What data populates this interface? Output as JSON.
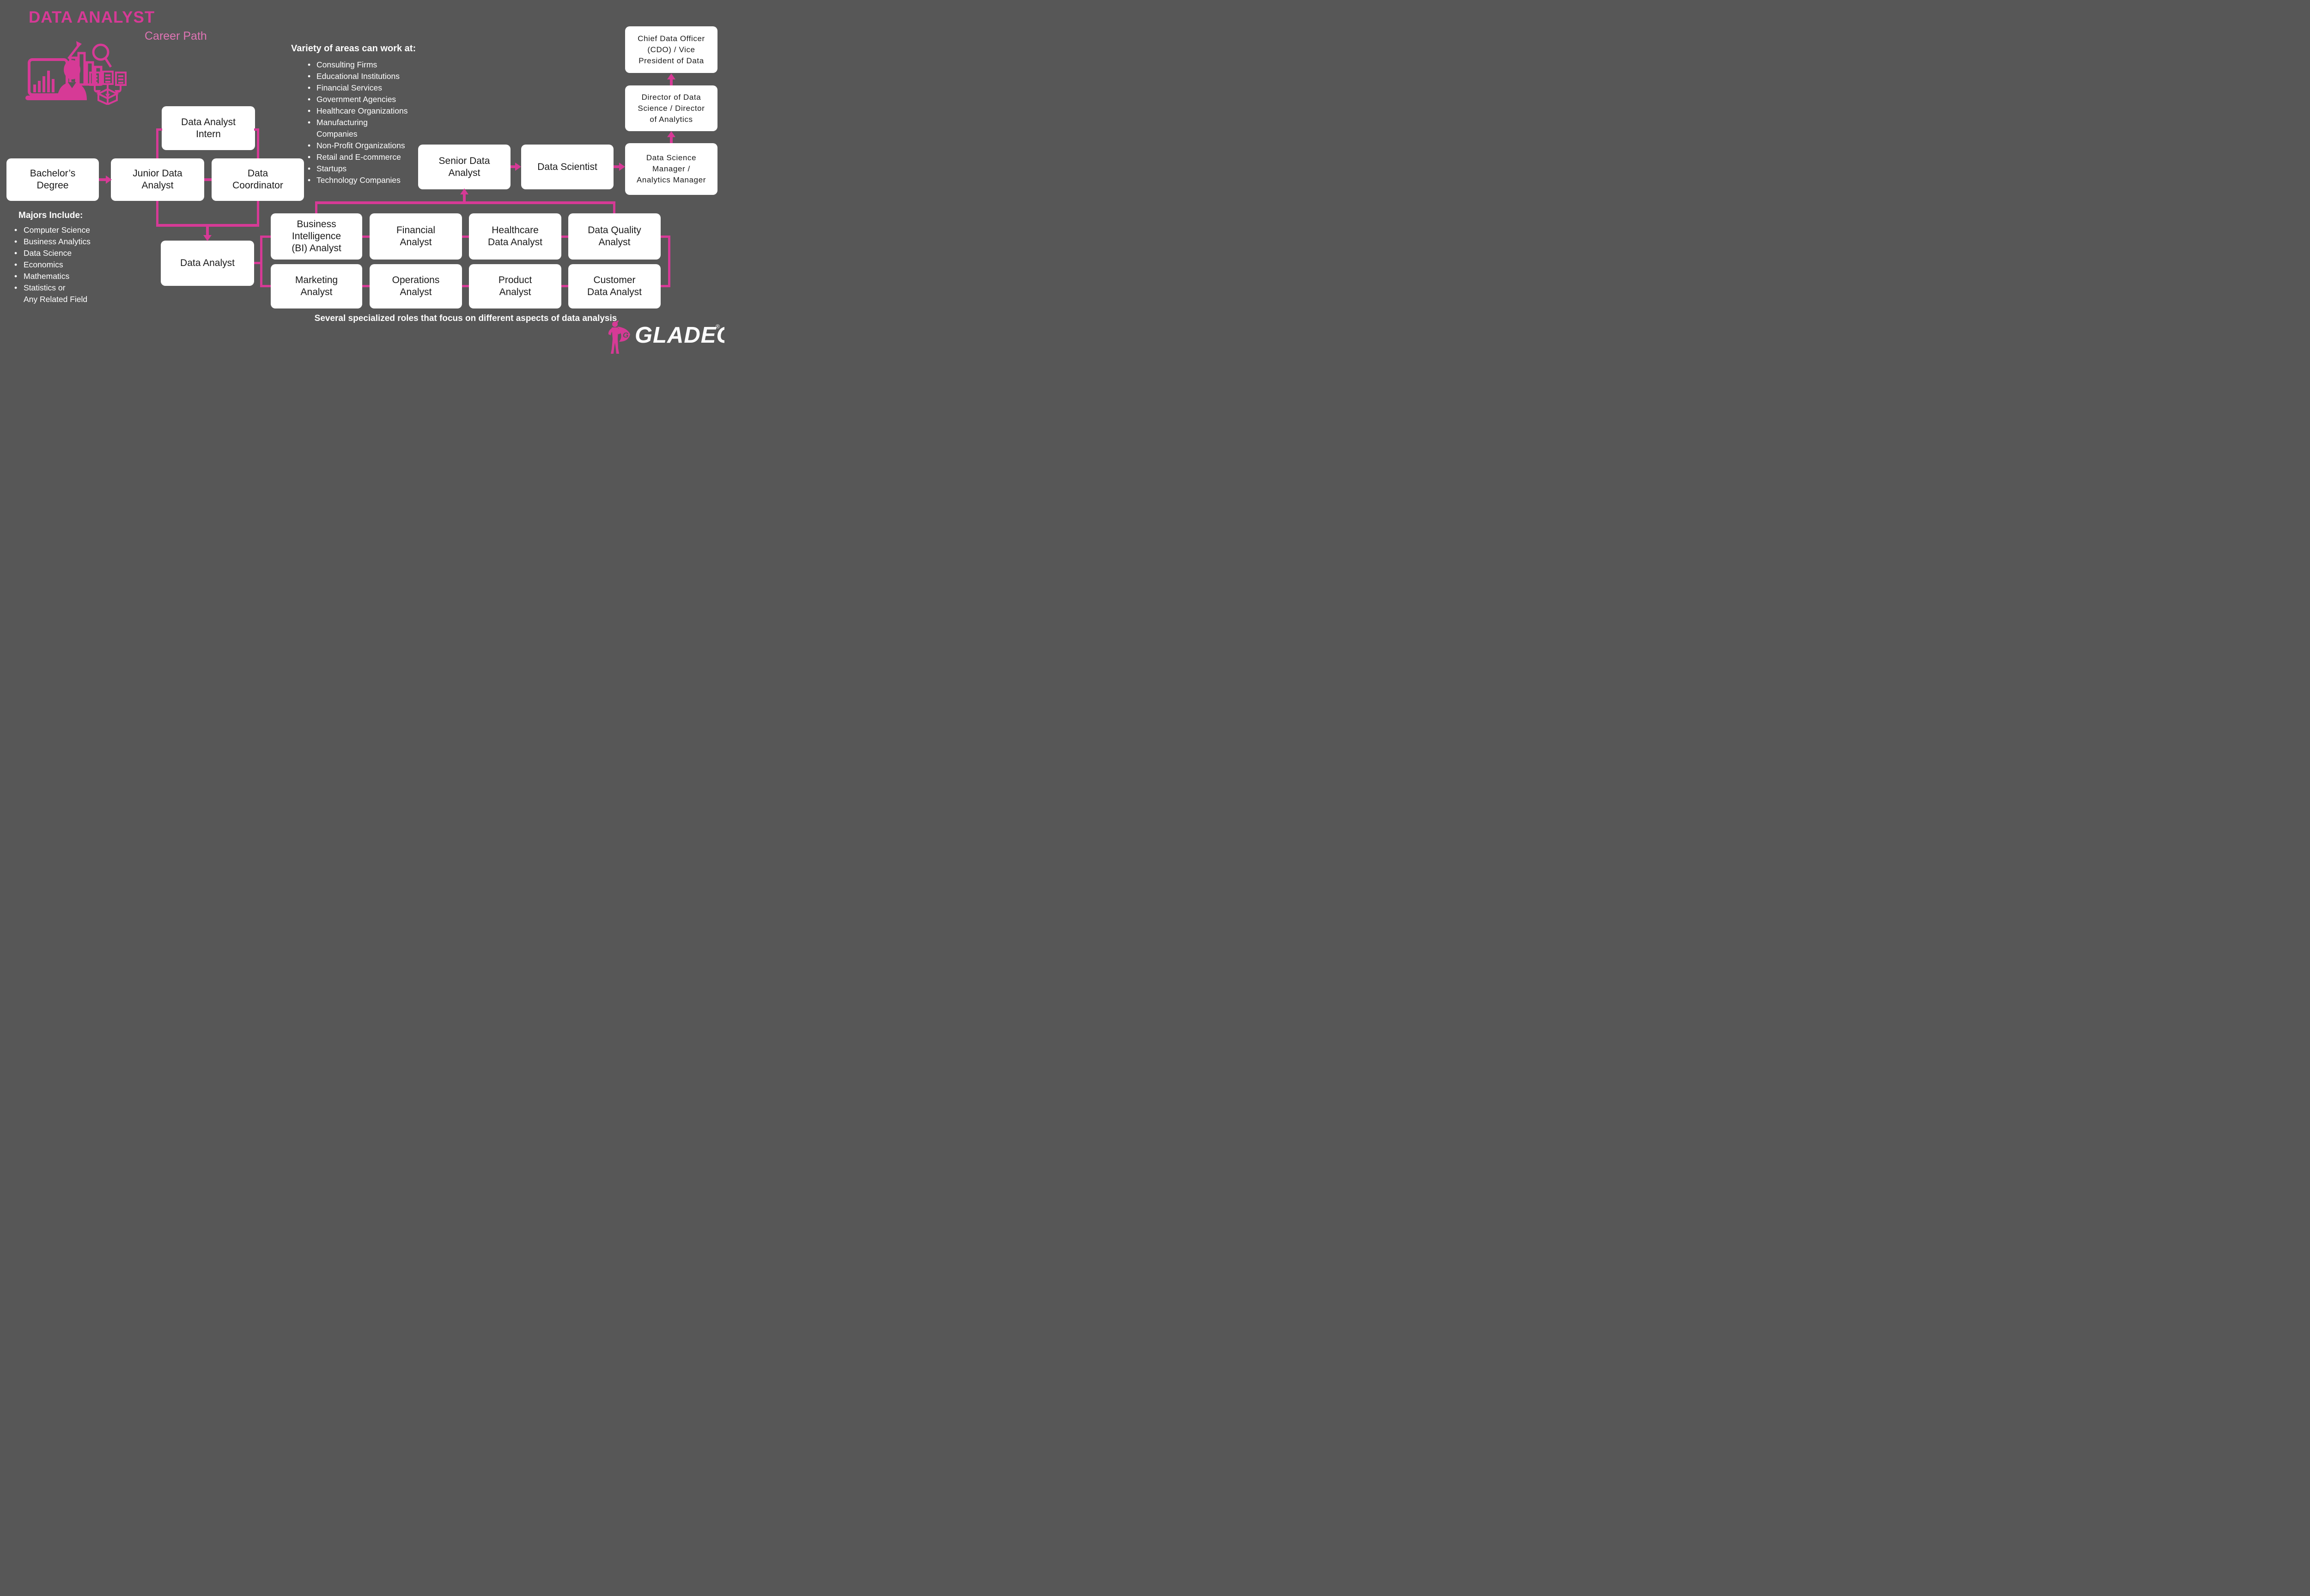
{
  "colors": {
    "background": "#575757",
    "accent": "#d63a96",
    "accent_light": "#de74b4",
    "box_text": "#1a1a1a",
    "white": "#ffffff"
  },
  "header": {
    "title": "DATA ANALYST",
    "subtitle": "Career Path"
  },
  "work_areas": {
    "title": "Variety of areas can work at:",
    "items": [
      "Consulting Firms",
      "Educational Institutions",
      "Financial Services",
      "Government Agencies",
      "Healthcare Organizations",
      "Manufacturing\nCompanies",
      "Non-Profit Organizations",
      "Retail and E-commerce",
      "Startups",
      "Technology Companies"
    ]
  },
  "majors": {
    "title": "Majors Include:",
    "items": [
      "Computer Science",
      "Business Analytics",
      "Data Science",
      "Economics",
      "Mathematics",
      "Statistics or\nAny Related Field"
    ]
  },
  "boxes": {
    "bachelors": "Bachelor’s\nDegree",
    "intern": "Data Analyst\nIntern",
    "junior": "Junior Data\nAnalyst",
    "coordinator": "Data\nCoordinator",
    "data_analyst": "Data Analyst",
    "bi": "Business\nIntelligence\n(BI) Analyst",
    "financial": "Financial\nAnalyst",
    "healthcare": "Healthcare\nData Analyst",
    "quality": "Data Quality\nAnalyst",
    "marketing": "Marketing\nAnalyst",
    "operations": "Operations\nAnalyst",
    "product": "Product\nAnalyst",
    "customer": "Customer\nData Analyst",
    "senior": "Senior Data\nAnalyst",
    "scientist": "Data Scientist",
    "manager": "Data Science\nManager /\nAnalytics Manager",
    "director": "Director of Data\nScience / Director\nof Analytics",
    "cdo": "Chief Data Officer\n(CDO) / Vice\nPresident of Data"
  },
  "caption": "Several specialized roles that focus on different aspects of data analysis",
  "brand": {
    "name": "GLADEO",
    "registered": "®"
  }
}
